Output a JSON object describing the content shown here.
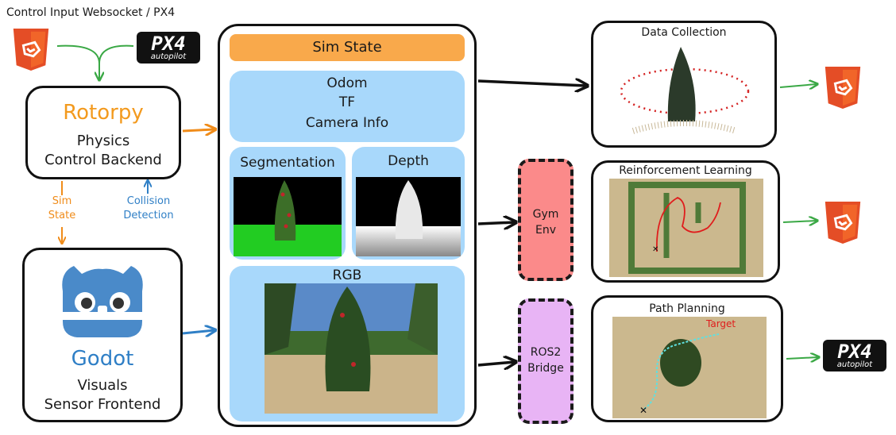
{
  "title": "Control Input Websocket / PX4",
  "rotorpy": {
    "name": "Rotorpy",
    "line1": "Physics",
    "line2": "Control Backend"
  },
  "godot": {
    "name": "Godot",
    "line1": "Visuals",
    "line2": "Sensor Frontend"
  },
  "links": {
    "sim_state_1": "Sim",
    "sim_state_2": "State",
    "collision_1": "Collision",
    "collision_2": "Detection"
  },
  "center": {
    "sim_state": "Sim State",
    "odom": "Odom",
    "tf": "TF",
    "camera_info": "Camera Info",
    "segmentation": "Segmentation",
    "depth": "Depth",
    "rgb": "RGB"
  },
  "gym": {
    "line1": "Gym",
    "line2": "Env"
  },
  "ros2": {
    "line1": "ROS2",
    "line2": "Bridge"
  },
  "right": {
    "data_collection": "Data Collection",
    "reinforcement_learning": "Reinforcement Learning",
    "path_planning": "Path Planning",
    "target": "Target"
  },
  "px4_logo": {
    "big": "PX4",
    "small": "autopilot"
  },
  "colors": {
    "rotorpy": "#f39a1e",
    "godot": "#2f7fc6",
    "sim_state_bar": "#f9a94b",
    "panel": "#a8d8fb",
    "gym": "#fb8a8a",
    "ros2": "#e8b4f5",
    "green_arrow": "#3aa845",
    "orange_arrow": "#f08c1a",
    "blue_arrow": "#2f7fc6",
    "html5": "#e44d26"
  },
  "icons": [
    "html5-logo-icon",
    "px4-autopilot-logo",
    "godot-robot-icon",
    "drone-icon"
  ]
}
